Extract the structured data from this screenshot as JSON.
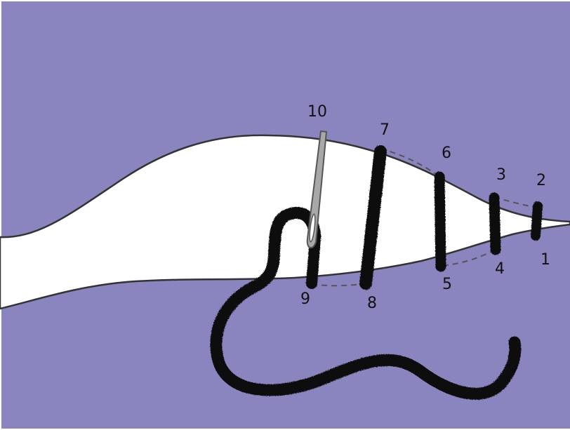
{
  "colors": {
    "background": "#8a84bf",
    "fabric": "#ffffff",
    "thread": "#111111",
    "needle": "#a8a8a8"
  },
  "labels": {
    "p1": "1",
    "p2": "2",
    "p3": "3",
    "p4": "4",
    "p5": "5",
    "p6": "6",
    "p7": "7",
    "p8": "8",
    "p9": "9",
    "p10": "10"
  }
}
